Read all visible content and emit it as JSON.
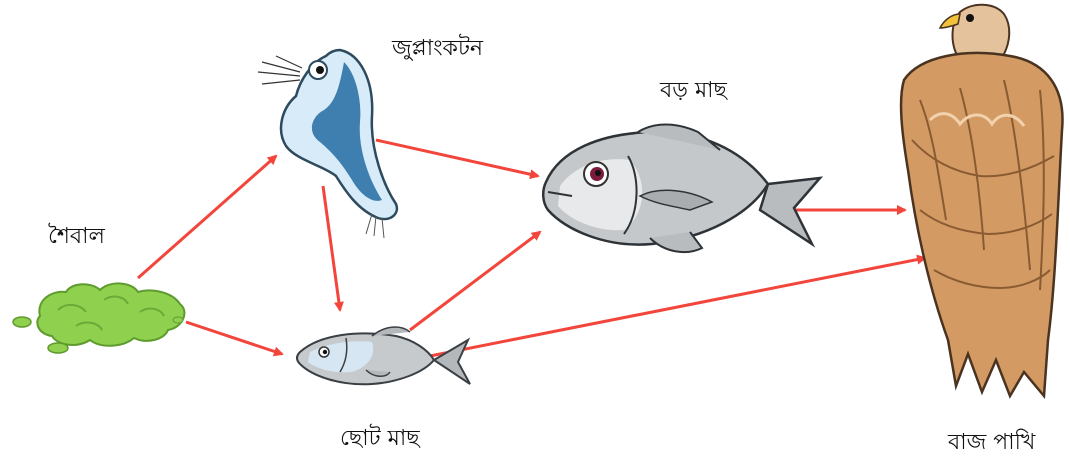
{
  "organisms": {
    "algae": "শৈবাল",
    "zooplankton": "জুপ্লাংকটন",
    "big_fish": "বড় মাছ",
    "small_fish": "ছোট মাছ",
    "hawk": "বাজ পাখি"
  },
  "links": [
    {
      "from": "algae",
      "to": "zooplankton"
    },
    {
      "from": "algae",
      "to": "small_fish"
    },
    {
      "from": "zooplankton",
      "to": "small_fish"
    },
    {
      "from": "zooplankton",
      "to": "big_fish"
    },
    {
      "from": "small_fish",
      "to": "big_fish"
    },
    {
      "from": "small_fish",
      "to": "hawk"
    },
    {
      "from": "big_fish",
      "to": "hawk"
    }
  ],
  "colors": {
    "arrow": "#f2463c",
    "algae": "#8fd14f",
    "zooplankton": "#3f7fb0",
    "fish": "#b9bcbe",
    "hawk": "#c9905a"
  }
}
